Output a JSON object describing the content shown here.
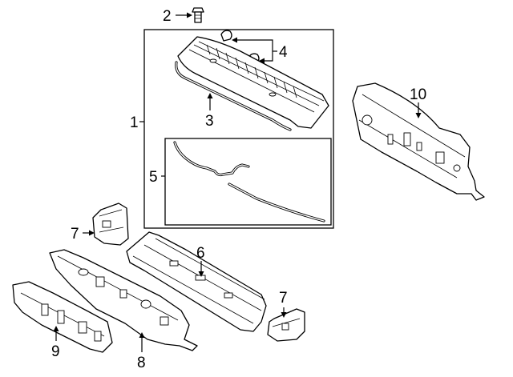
{
  "callouts": {
    "c1": "1",
    "c2": "2",
    "c3": "3",
    "c4": "4",
    "c5": "5",
    "c6": "6",
    "c7a": "7",
    "c7b": "7",
    "c8": "8",
    "c9": "9",
    "c10": "10"
  },
  "colors": {
    "line": "#000000",
    "background": "#ffffff"
  }
}
